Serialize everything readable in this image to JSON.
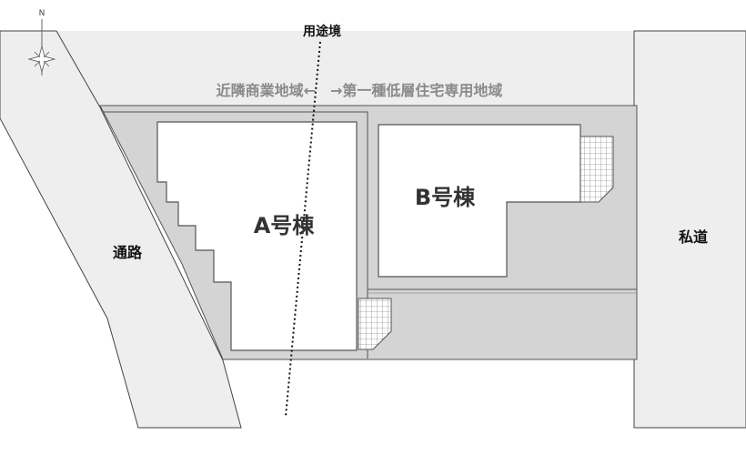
{
  "north_label": "N",
  "zone_boundary_label": "用途境",
  "zone_label": "近隣商業地域←　→第一種低層住宅専用地域",
  "road_left_label": "通路",
  "road_right_label": "私道",
  "building_a_label": "A号棟",
  "building_b_label": "B号棟",
  "colors": {
    "road": "#eeeeee",
    "lot": "#d4d4d4",
    "building": "#ffffff",
    "outline": "#555555",
    "zone_text": "#8a8a8a"
  }
}
